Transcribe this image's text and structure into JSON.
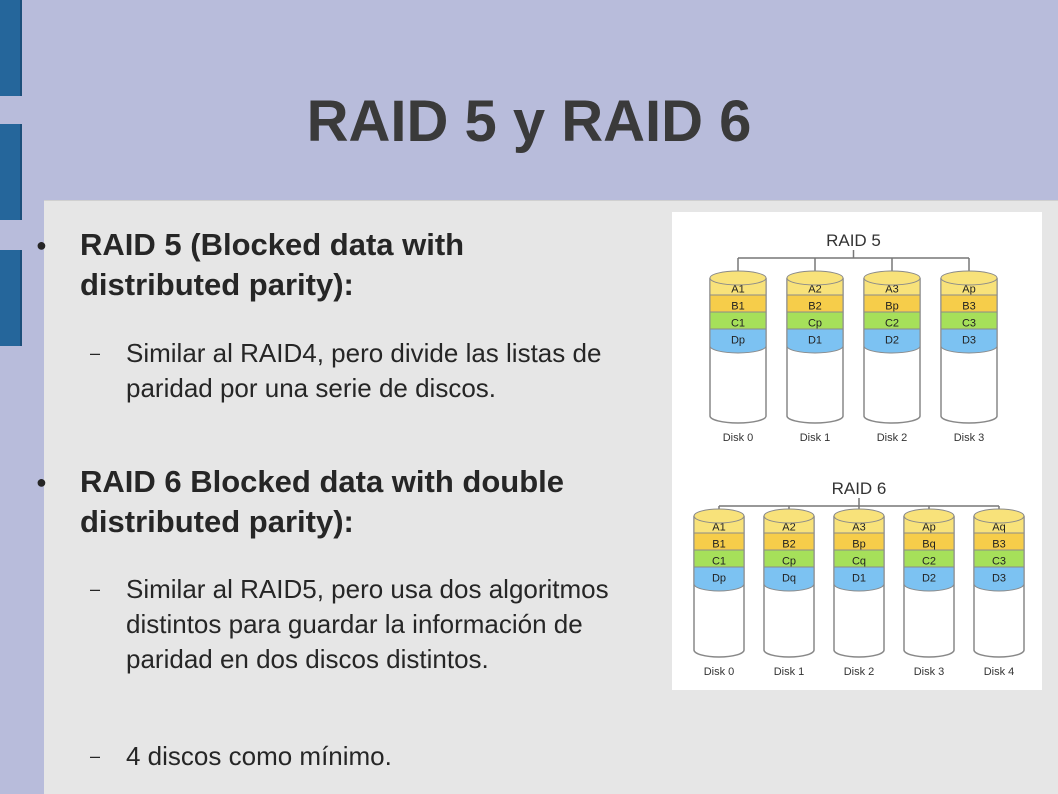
{
  "slide": {
    "title": "RAID 5 y RAID 6",
    "bullets": [
      {
        "text": "RAID 5 (Blocked data with distributed parity):",
        "subs": [
          "Similar al RAID4, pero divide las listas de paridad por una serie de discos."
        ]
      },
      {
        "text": "RAID 6 Blocked data with double distributed parity):",
        "subs": [
          "Similar al RAID5, pero usa dos algoritmos distintos para guardar la información de paridad en dos discos distintos.",
          "4 discos como mínimo."
        ]
      }
    ],
    "bullet_glyph": "●",
    "sub_glyph": "–"
  },
  "raid5": {
    "title": "RAID 5",
    "disks": [
      {
        "label": "Disk 0",
        "blocks": [
          "A1",
          "B1",
          "C1",
          "Dp"
        ]
      },
      {
        "label": "Disk 1",
        "blocks": [
          "A2",
          "B2",
          "Cp",
          "D1"
        ]
      },
      {
        "label": "Disk 2",
        "blocks": [
          "A3",
          "Bp",
          "C2",
          "D2"
        ]
      },
      {
        "label": "Disk 3",
        "blocks": [
          "Ap",
          "B3",
          "C3",
          "D3"
        ]
      }
    ]
  },
  "raid6": {
    "title": "RAID 6",
    "disks": [
      {
        "label": "Disk 0",
        "blocks": [
          "A1",
          "B1",
          "C1",
          "Dp"
        ]
      },
      {
        "label": "Disk 1",
        "blocks": [
          "A2",
          "B2",
          "Cp",
          "Dq"
        ]
      },
      {
        "label": "Disk 2",
        "blocks": [
          "A3",
          "Bp",
          "Cq",
          "D1"
        ]
      },
      {
        "label": "Disk 3",
        "blocks": [
          "Ap",
          "Bq",
          "C2",
          "D2"
        ]
      },
      {
        "label": "Disk 4",
        "blocks": [
          "Aq",
          "B3",
          "C3",
          "D3"
        ]
      }
    ]
  },
  "colors": {
    "background": "#b8bcdb",
    "side_bar": "#25669b",
    "content_panel": "#e6e6e6",
    "row_a": "#f8e27a",
    "row_b": "#f6cd4a",
    "row_c": "#a6e05a",
    "row_d": "#7cc2f2"
  }
}
